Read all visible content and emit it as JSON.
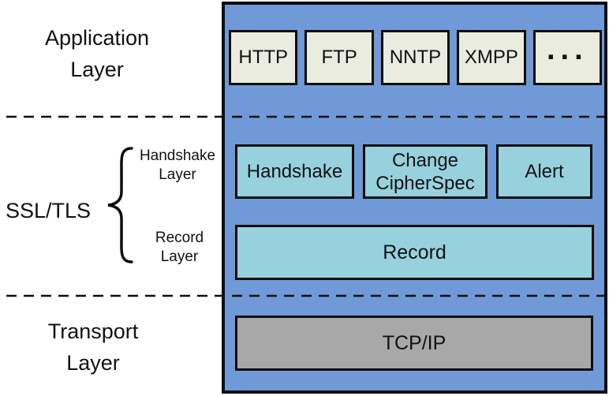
{
  "colors": {
    "panel-blue": "#6f9ad7",
    "protocol-cream": "#e9ecdf",
    "ssl-cyan": "#97d1de",
    "transport-gray": "#a8a8a8",
    "line-black": "#0d0d0d"
  },
  "left_labels": {
    "application": {
      "line1": "Application",
      "line2": "Layer"
    },
    "ssl": "SSL/TLS",
    "handshake_sub": {
      "line1": "Handshake",
      "line2": "Layer"
    },
    "record_sub": {
      "line1": "Record",
      "line2": "Layer"
    },
    "transport": {
      "line1": "Transport",
      "line2": "Layer"
    }
  },
  "application_row": {
    "protocols": [
      "HTTP",
      "FTP",
      "NNTP",
      "XMPP",
      "..."
    ]
  },
  "ssl_row": {
    "handshake": "Handshake",
    "change_cipher": {
      "line1": "Change",
      "line2": "CipherSpec"
    },
    "alert": "Alert",
    "record": "Record"
  },
  "transport_row": {
    "tcp_ip": "TCP/IP"
  }
}
